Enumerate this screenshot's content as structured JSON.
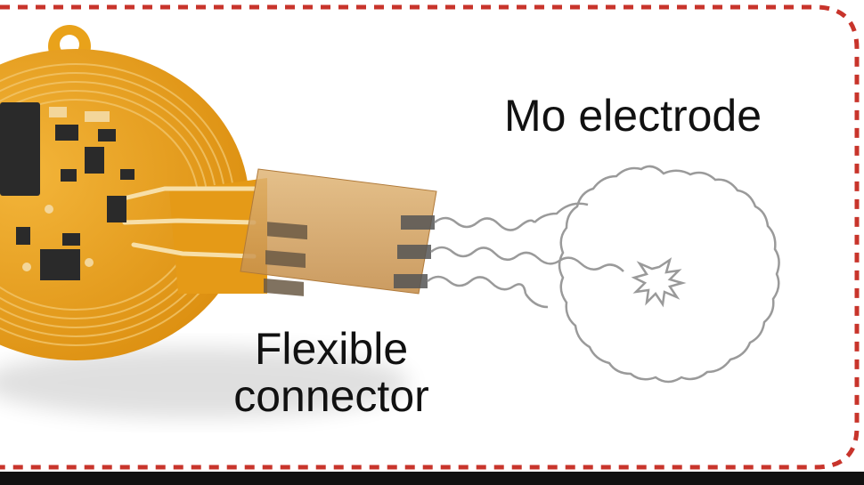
{
  "labels": {
    "electrode": "Mo electrode",
    "connector_line1": "Flexible",
    "connector_line2": "connector"
  },
  "colors": {
    "frame_dash": "#c8342b",
    "pcb": "#e9a21a",
    "pcb_dark": "#d98c12",
    "trace": "#f3d69a",
    "chip": "#2a2a2a",
    "electrode": "#9a9a9a",
    "connector": "#c99a5a",
    "bottom_bar": "#111111"
  }
}
